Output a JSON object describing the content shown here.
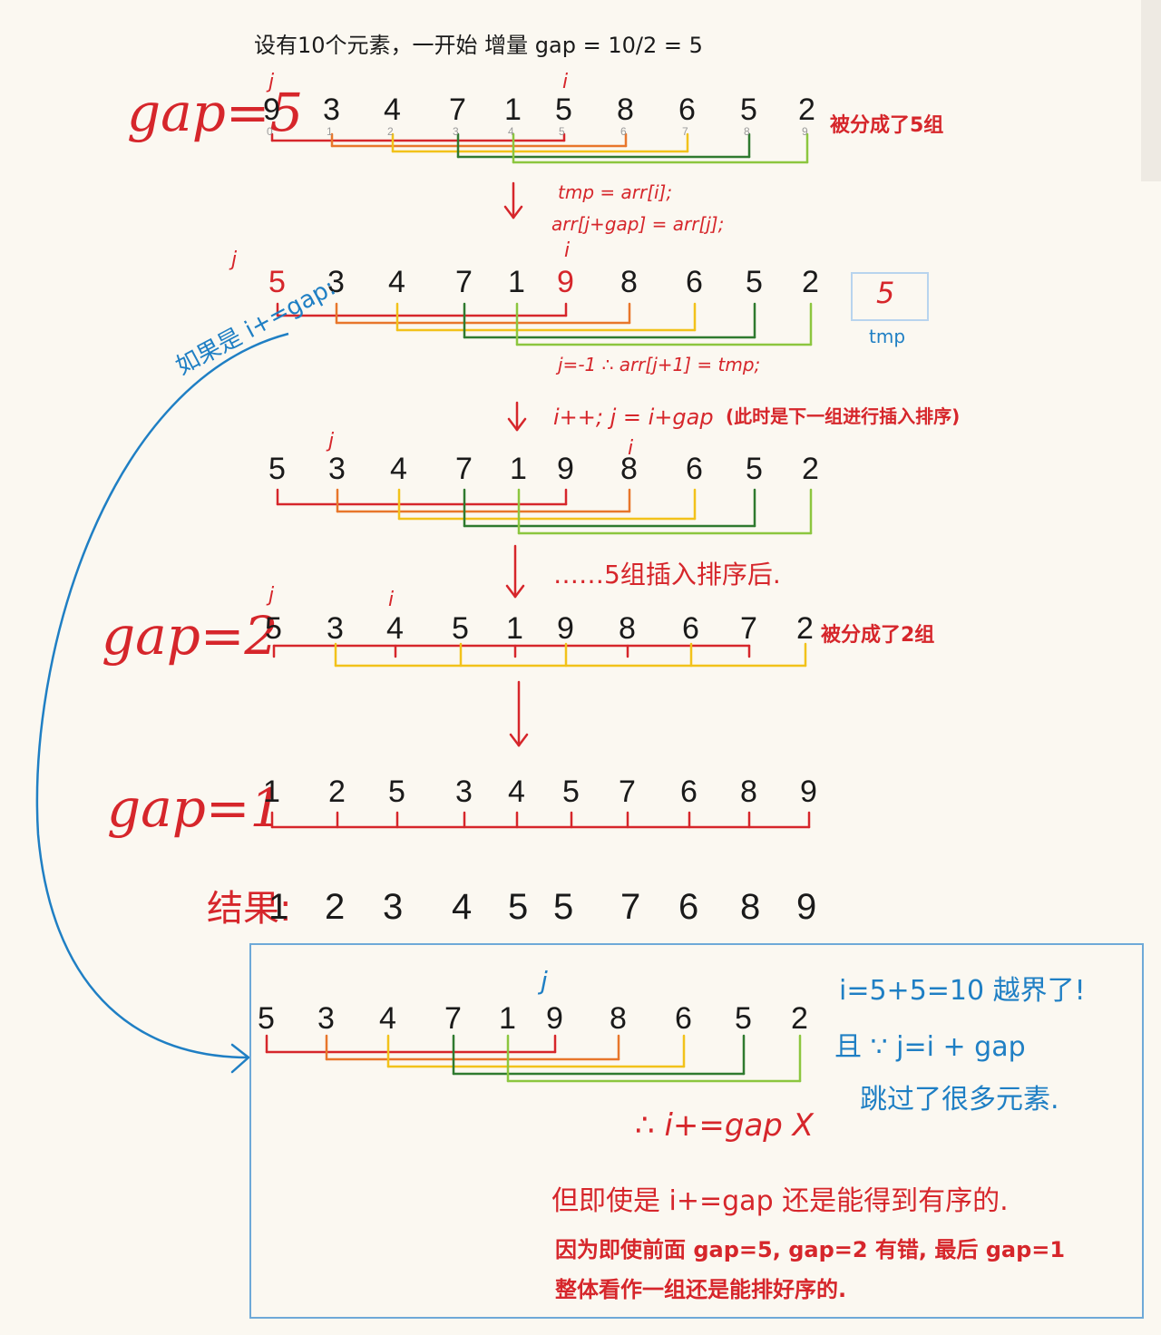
{
  "header_note": "设有10个元素，一开始 增量 gap = 10/2 = 5",
  "steps": [
    {
      "label": "gap=5",
      "values": [
        "9",
        "3",
        "4",
        "7",
        "1",
        "5",
        "8",
        "6",
        "5",
        "2"
      ],
      "sub_indices": [
        "0",
        "1",
        "2",
        "3",
        "4",
        "5",
        "6",
        "7",
        "8",
        "9"
      ],
      "marks": {
        "j": "j",
        "i": "i"
      },
      "group_note": "被分成了5组"
    },
    {
      "values": [
        "5",
        "3",
        "4",
        "7",
        "1",
        "9",
        "8",
        "6",
        "5",
        "2"
      ],
      "marks": {
        "j": "j",
        "i": "i"
      },
      "tmp_value": "5",
      "tmp_label": "tmp"
    },
    {
      "values": [
        "5",
        "3",
        "4",
        "7",
        "1",
        "9",
        "8",
        "6",
        "5",
        "2"
      ],
      "marks": {
        "j": "j",
        "i": "i"
      }
    },
    {
      "label": "gap=2",
      "values": [
        "5",
        "3",
        "4",
        "5",
        "1",
        "9",
        "8",
        "6",
        "7",
        "2"
      ],
      "marks": {
        "j": "j",
        "i": "i"
      },
      "group_note": "被分成了2组"
    },
    {
      "label": "gap=1",
      "values": [
        "1",
        "2",
        "5",
        "3",
        "4",
        "5",
        "7",
        "6",
        "8",
        "9"
      ]
    }
  ],
  "code_lines": {
    "tmp_assign": "tmp = arr[i];",
    "shift": "arr[j+gap] = arr[j];",
    "reset": "j=-1  ∴  arr[j+1] = tmp;",
    "next": "i++; j = i+gap",
    "next_note": "(此时是下一组进行插入排序)",
    "after": "……5组插入排序后."
  },
  "result_label": "结果:",
  "result_values": [
    "1",
    "2",
    "3",
    "4",
    "5",
    "5",
    "7",
    "6",
    "8",
    "9"
  ],
  "side_note": "如果是 i+=gap:",
  "box": {
    "values": [
      "5",
      "3",
      "4",
      "7",
      "1",
      "9",
      "8",
      "6",
      "5",
      "2"
    ],
    "j_mark": "j",
    "out_of_bounds": "i=5+5=10 越界了!",
    "because": "且 ∵ j=i + gap",
    "skip": "跳过了很多元素.",
    "conclusion_x": "∴ i+=gap X",
    "final_1": "但即使是 i+=gap 还是能得到有序的.",
    "final_2": "因为即使前面 gap=5, gap=2 有错, 最后 gap=1",
    "final_3": "整体看作一组还是能排好序的."
  },
  "colors": {
    "red": "#d6262b",
    "orange": "#e8762b",
    "yellow": "#f2c21a",
    "dkgreen": "#2f7a2f",
    "green": "#8cc63f",
    "blue": "#1f7fc4"
  }
}
